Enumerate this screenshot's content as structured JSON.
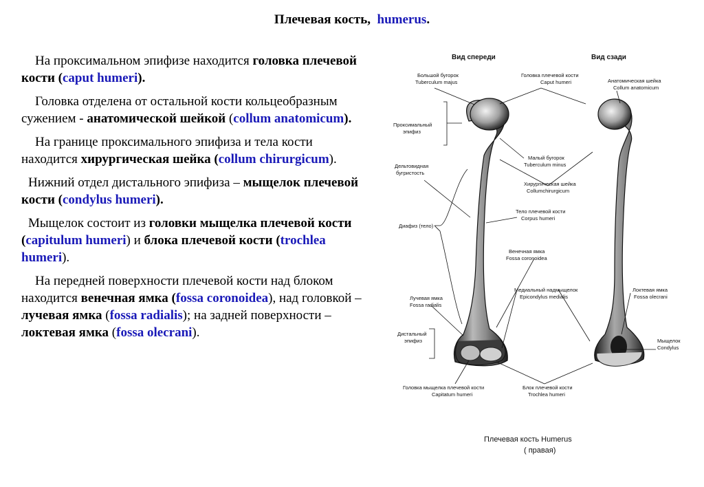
{
  "title": {
    "ru": "Плечевая кость,",
    "lat": "humerus",
    "end": "."
  },
  "paragraphs": {
    "p1": {
      "a": "На проксимальном эпифизе находится ",
      "b": "головка плечевой кости (",
      "lat": "caput humeri",
      "c": ")."
    },
    "p2": {
      "a": "Головка отделена от остальной кости кольцеобразным сужением - ",
      "b": "анатомической шейкой",
      "c": " (",
      "lat": "collum anatomicum",
      "d": ")."
    },
    "p3": {
      "a": "На границе проксимального эпифиза и тела кости находится ",
      "b": "хирургическая шейка (",
      "lat": "collum chirurgicum",
      "c": ")."
    },
    "p4": {
      "a": "Нижний отдел дистального эпифиза – ",
      "b": "мыщелок плечевой кости (",
      "lat": "condylus humeri",
      "c": ")."
    },
    "p5": {
      "a": "Мыщелок состоит из ",
      "b": "головки мыщелка плечевой кости (",
      "lat": "capitulum humeri",
      "c": ") и ",
      "d": "блока плечевой кости (",
      "lat2": "trochlea humeri",
      "e": ")."
    },
    "p6": {
      "a": "На передней поверхности плечевой кости над блоком находится ",
      "b": "венечная ямка (",
      "lat": "fossa coronoidea",
      "c": "), над головкой – ",
      "d": "лучевая ямка",
      "e": " (",
      "lat2": "fossa radialis",
      "f": "); на задней поверхности – ",
      "g": "локтевая ямка",
      "h": " (",
      "lat3": "fossa olecrani",
      "i": ")."
    }
  },
  "figure": {
    "view_front": "Вид спереди",
    "view_back": "Вид сзади",
    "labels": {
      "tub_major_ru": "Большой бугорок",
      "tub_major_la": "Tuberculum majus",
      "caput_ru": "Головка плечевой кости",
      "caput_la": "Caput humeri",
      "anat_ru": "Анатомическая шейка",
      "anat_la": "Collum anatomicum",
      "prox_ru1": "Проксимальный",
      "prox_ru2": "эпифиз",
      "tub_minor_ru": "Малый бугорок",
      "tub_minor_la": "Tuberculum minus",
      "delt_ru1": "Дельтовидная",
      "delt_ru2": "бугристость",
      "surg_ru": "Хирургическая шейка",
      "surg_la": "Collumchirurgicum",
      "corpus_ru": "Тело плечевой кости",
      "corpus_la": "Corpus humeri",
      "diaph": "Диафиз (тело)",
      "coron_ru": "Венечная ямка",
      "coron_la": "Fossa coronoidea",
      "medial_ru": "Медиальный надмыщелок",
      "medial_la": "Epicondylus medialis",
      "radial_ru": "Лучевая ямка",
      "radial_la": "Fossa radialis",
      "olecr_ru": "Локтевая ямка",
      "olecr_la": "Fossa olecrani",
      "dist_ru1": "Дистальный",
      "dist_ru2": "эпифиз",
      "cond_ru": "Мыщелок",
      "cond_la": "Condylus",
      "capit_ru": "Головка мыщелка плечевой кости",
      "capit_la": "Capitatum humeri",
      "troch_ru": "Блок плечевой кости",
      "troch_la": "Trochlea humeri"
    },
    "caption1": "Плечевая кость  Humerus",
    "caption2": "( правая)"
  }
}
